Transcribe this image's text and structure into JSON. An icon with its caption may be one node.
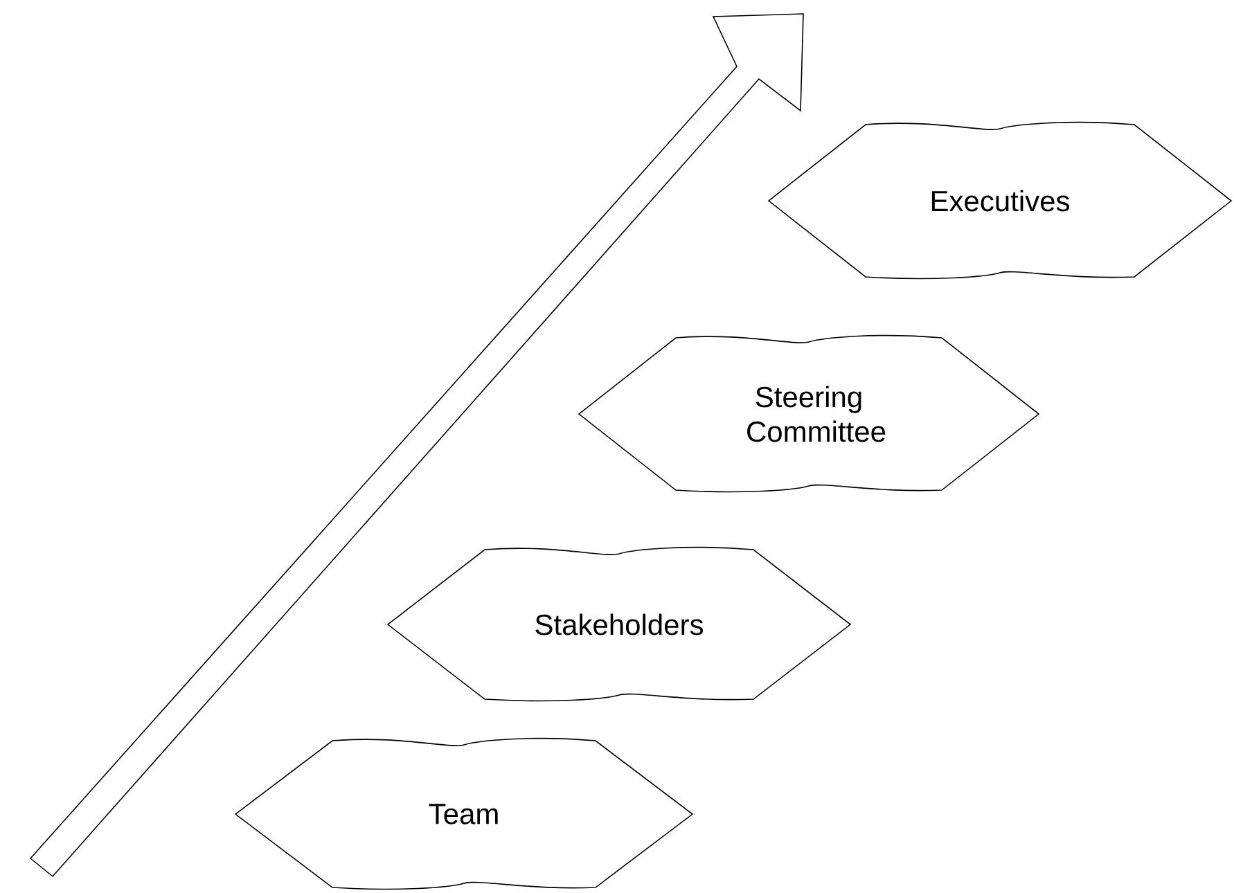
{
  "diagram": {
    "nodes": [
      {
        "text": [
          "Executives"
        ]
      },
      {
        "text": [
          "Steering Committee"
        ]
      },
      {
        "text": [
          "Stakeholders"
        ]
      },
      {
        "text": [
          "Team"
        ]
      }
    ]
  }
}
